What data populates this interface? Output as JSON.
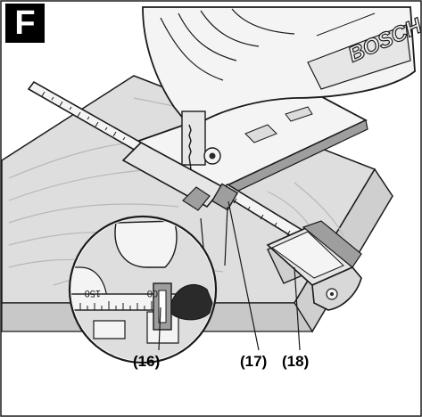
{
  "panel": {
    "label": "F"
  },
  "brand": {
    "text": "BOSCH"
  },
  "scale": {
    "tick_a": "150",
    "tick_b": "00"
  },
  "callouts": [
    {
      "id": "16",
      "text": "(16)"
    },
    {
      "id": "17",
      "text": "(17)"
    },
    {
      "id": "18",
      "text": "(18)"
    }
  ],
  "colors": {
    "wood": "#dedede",
    "grain": "#b8b8b8",
    "line": "#1a1a1a",
    "tool": "#f4f4f4",
    "shade": "#9e9e9e",
    "dark": "#2a2a2a"
  }
}
